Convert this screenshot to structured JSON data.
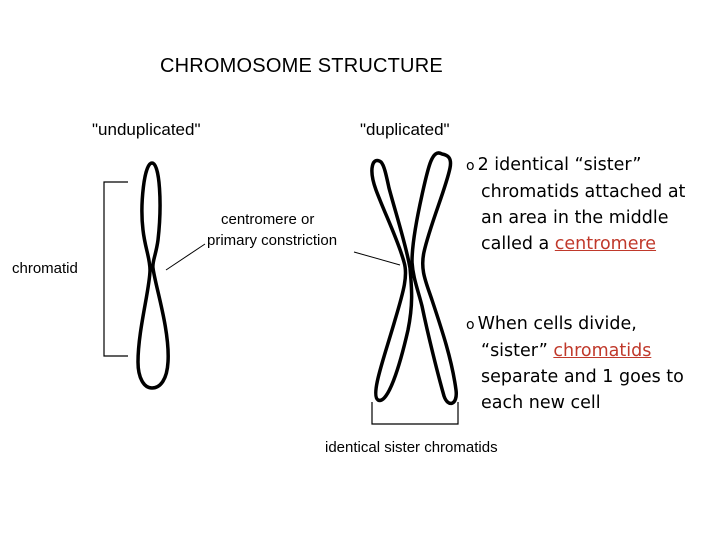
{
  "title": "CHROMOSOME STRUCTURE",
  "labels": {
    "unduplicated": "\"unduplicated\"",
    "duplicated": "\"duplicated\"",
    "centromere_line1": "centromere or",
    "centromere_line2": "primary constriction",
    "chromatid": "chromatid",
    "identical_sister_chromatids": "identical sister chromatids"
  },
  "bullets": [
    {
      "marker": "o",
      "line1": "2 identical “sister”",
      "line2": "chromatids attached at",
      "line3": "an area in the middle",
      "line4_prefix": "called a ",
      "line4_highlight": "centromere"
    },
    {
      "marker": "o",
      "line1": "When cells divide,",
      "line2_prefix": "“sister” ",
      "line2_highlight": "chromatids",
      "line3": "separate and 1 goes to",
      "line4": "each new cell"
    }
  ],
  "colors": {
    "highlight": "#c0392b",
    "outline": "#000000"
  }
}
